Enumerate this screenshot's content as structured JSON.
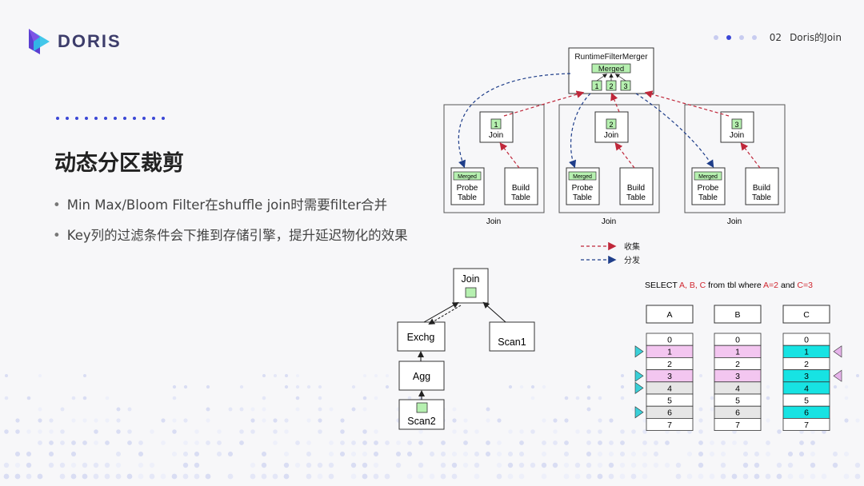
{
  "logo": {
    "text": "DORIS"
  },
  "nav": {
    "section_number": "02",
    "section_title": "Doris的Join"
  },
  "slide": {
    "title": "动态分区裁剪",
    "bullets": [
      "Min Max/Bloom Filter在shuffle join时需要filter合并",
      "Key列的过滤条件会下推到存储引擎，提升延迟物化的效果"
    ]
  },
  "merge_diagram": {
    "merger_title": "RuntimeFilterMerger",
    "merged_label": "Merged",
    "merger_slots": [
      "1",
      "2",
      "3"
    ],
    "join_groups": [
      {
        "filter_id": "1",
        "join_label": "Join",
        "probe_label": [
          "Probe",
          "Table"
        ],
        "build_label": [
          "Build",
          "Table"
        ],
        "merged_badge": "Merged",
        "group_label": "Join"
      },
      {
        "filter_id": "2",
        "join_label": "Join",
        "probe_label": [
          "Probe",
          "Table"
        ],
        "build_label": [
          "Build",
          "Table"
        ],
        "merged_badge": "Merged",
        "group_label": "Join"
      },
      {
        "filter_id": "3",
        "join_label": "Join",
        "probe_label": [
          "Probe",
          "Table"
        ],
        "build_label": [
          "Build",
          "Table"
        ],
        "merged_badge": "Merged",
        "group_label": "Join"
      }
    ],
    "legend": [
      {
        "label": "收集",
        "color": "#c0273a"
      },
      {
        "label": "分发",
        "color": "#1f3e8a"
      }
    ]
  },
  "plan_tree": {
    "nodes": {
      "join": "Join",
      "exchg": "Exchg",
      "scan1": "Scan1",
      "agg": "Agg",
      "scan2": "Scan2"
    }
  },
  "query_table": {
    "sql_parts": [
      {
        "text": "SELECT ",
        "color": "#222222"
      },
      {
        "text": "A, B, C",
        "color": "#d0262f"
      },
      {
        "text": " from tbl where ",
        "color": "#222222"
      },
      {
        "text": "A=2",
        "color": "#d0262f"
      },
      {
        "text": " and ",
        "color": "#222222"
      },
      {
        "text": "C=3",
        "color": "#d0262f"
      }
    ],
    "columns": [
      {
        "header": "A",
        "values": [
          "0",
          "1",
          "2",
          "3",
          "4",
          "5",
          "6",
          "7"
        ]
      },
      {
        "header": "B",
        "values": [
          "0",
          "1",
          "2",
          "3",
          "4",
          "5",
          "6",
          "7"
        ]
      },
      {
        "header": "C",
        "values": [
          "0",
          "1",
          "2",
          "3",
          "4",
          "5",
          "6",
          "7"
        ]
      }
    ],
    "pink_rows": [
      1,
      3
    ],
    "cyan_rows_in_c": [
      1,
      3,
      4,
      6
    ],
    "gray_rows_in_ab": [
      4,
      6
    ],
    "left_markers": [
      1,
      3,
      4,
      6
    ],
    "right_markers": [
      1,
      3
    ],
    "colors": {
      "pink": "#f3c6f0",
      "cyan": "#17e3e3",
      "gray": "#e6e6e6",
      "marker_cyan": "#3ad0d8",
      "marker_pink": "#e6b3ea"
    }
  }
}
